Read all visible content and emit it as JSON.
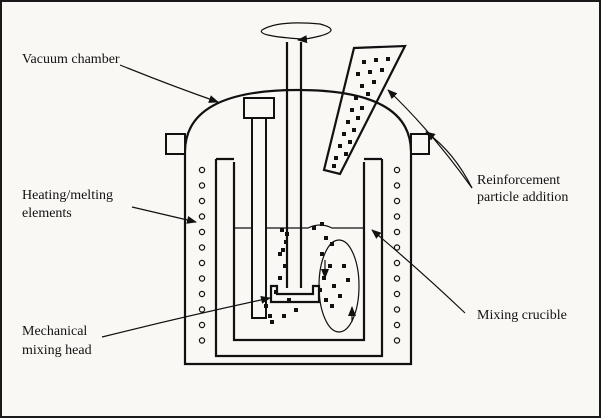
{
  "labels": {
    "vacuum_chamber": "Vacuum chamber",
    "heating_line1": "Heating/melting",
    "heating_line2": "elements",
    "mechanical_line1": "Mechanical",
    "mechanical_line2": "mixing head",
    "reinforcement_line1": "Reinforcement",
    "reinforcement_line2": "particle addition",
    "mixing_crucible": "Mixing crucible"
  },
  "colors": {
    "ink": "#111111",
    "background": "#f9f8f4"
  }
}
